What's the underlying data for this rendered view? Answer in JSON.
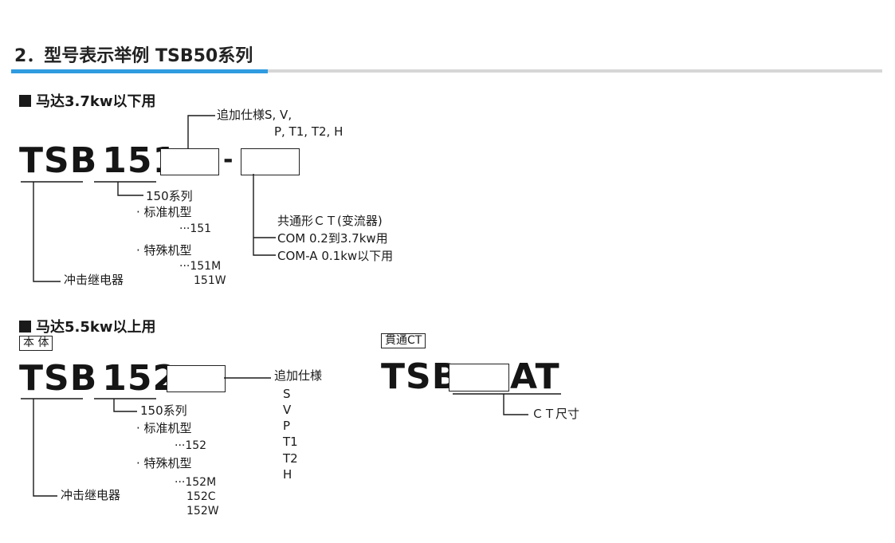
{
  "title": "2．型号表示举例 TSB50系列",
  "section1": {
    "heading": "马达3.7kw以下用",
    "model_prefix": "TSB",
    "model_number": "151",
    "dash": "-",
    "option_label": "追加仕様S, V,",
    "option_label2": "P, T1, T2, H",
    "series": "150系列",
    "std_type": "· 标准机型",
    "std_code": "···151",
    "spec_type": "· 特殊机型",
    "spec_code1": "···151M",
    "spec_code2": "151W",
    "relay": "冲击继电器",
    "ct_title": "共通形ＣＴ(变流器)",
    "ct_com": "COM   0.2到3.7kw用",
    "ct_coma": "COM-A 0.1kw以下用"
  },
  "section2": {
    "heading": "马达5.5kw以上用",
    "body_tag": "本 体",
    "model_prefix": "TSB",
    "model_number": "152",
    "option_label": "追加仕様",
    "options": [
      "S",
      "V",
      "P",
      "T1",
      "T2",
      "H"
    ],
    "series": "150系列",
    "std_type": "· 标准机型",
    "std_code": "···152",
    "spec_type": "· 特殊机型",
    "spec_code1": "···152M",
    "spec_code2": "152C",
    "spec_code3": "152W",
    "relay": "冲击继电器"
  },
  "section3": {
    "tag": "貫通CT",
    "model_prefix": "TSB",
    "model_suffix": "AT",
    "size_label": "ＣＴ尺寸"
  },
  "colors": {
    "accent": "#2f9be0",
    "rule": "#d6d6d6",
    "ink": "#1a1a1a"
  }
}
